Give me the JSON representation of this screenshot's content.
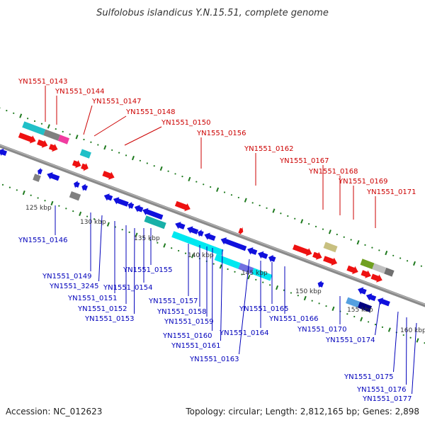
{
  "title": "Sulfolobus islandicus Y.N.15.51, complete genome",
  "footer": {
    "accession": "Accession: NC_012623",
    "summary": "Topology: circular; Length: 2,812,165 bp; Genes: 2,898"
  },
  "colors": {
    "forward_label": "#cc0000",
    "reverse_label": "#0000bb",
    "backbone": "#8a8a8a",
    "tick": "#1f7a1f"
  },
  "kbp_labels": [
    "125 kbp",
    "130 kbp",
    "135 kbp",
    "140 kbp",
    "145 kbp",
    "150 kbp",
    "155 kbp",
    "160 kbp"
  ],
  "forward_genes": [
    "YN1551_0143",
    "YN1551_0144",
    "YN1551_0147",
    "YN1551_0148",
    "YN1551_0150",
    "YN1551_0156",
    "YN1551_0162",
    "YN1551_0167",
    "YN1551_0168",
    "YN1551_0169",
    "YN1551_0171"
  ],
  "reverse_genes": [
    "YN1551_0146",
    "YN1551_0149",
    "YN1551_3245",
    "YN1551_0151",
    "YN1551_0152",
    "YN1551_0153",
    "YN1551_0154",
    "YN1551_0155",
    "YN1551_0157",
    "YN1551_0158",
    "YN1551_0159",
    "YN1551_0160",
    "YN1551_0161",
    "YN1551_0163",
    "YN1551_0164",
    "YN1551_0165",
    "YN1551_0166",
    "YN1551_0170",
    "YN1551_0174",
    "YN1551_0175",
    "YN1551_0176",
    "YN1551_0177"
  ]
}
